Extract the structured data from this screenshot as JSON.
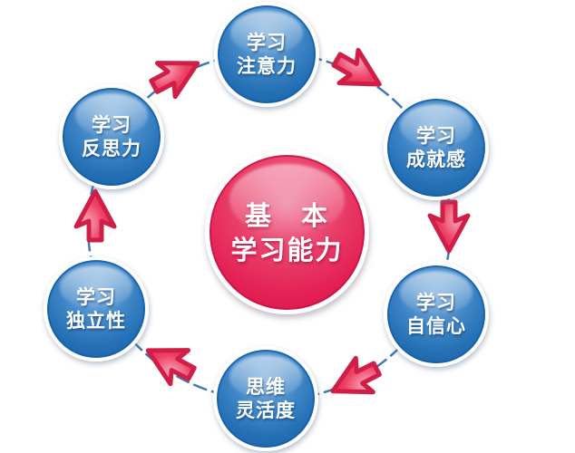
{
  "diagram": {
    "type": "cycle",
    "flow_direction": "clockwise",
    "center": {
      "name": "基本学习能力",
      "line1": "基　本",
      "line2": "学习能力"
    },
    "nodes": [
      {
        "id": "top",
        "name": "学习注意力",
        "line1": "学习",
        "line2": "注意力"
      },
      {
        "id": "top-right",
        "name": "学习成就感",
        "line1": "学习",
        "line2": "成就感"
      },
      {
        "id": "bottom-right",
        "name": "学习自信心",
        "line1": "学习",
        "line2": "自信心"
      },
      {
        "id": "bottom",
        "name": "思维灵活度",
        "line1": "思维",
        "line2": "灵活度"
      },
      {
        "id": "bottom-left",
        "name": "学习独立性",
        "line1": "学习",
        "line2": "独立性"
      },
      {
        "id": "top-left",
        "name": "学习反思力",
        "line1": "学习",
        "line2": "反思力"
      }
    ],
    "arrows": [
      {
        "from": "学习反思力",
        "to": "学习注意力"
      },
      {
        "from": "学习注意力",
        "to": "学习成就感"
      },
      {
        "from": "学习成就感",
        "to": "学习自信心"
      },
      {
        "from": "学习自信心",
        "to": "思维灵活度"
      },
      {
        "from": "思维灵活度",
        "to": "学习独立性"
      },
      {
        "from": "学习独立性",
        "to": "学习反思力"
      }
    ],
    "colors": {
      "background": "#ffffff",
      "node_blue": "#2672b6",
      "node_blue_dark": "#155a9e",
      "node_blue_light": "#7fb0dd",
      "node_border": "#ffffff",
      "hub_red": "#e31f53",
      "hub_red_light": "#f07c9d",
      "arrow_fill": "#ee4166",
      "arrow_outline": "#cf1f47",
      "arrow_highlight": "#f8a9bb",
      "ring_line": "#3f79b3",
      "text": "#ffffff"
    }
  }
}
